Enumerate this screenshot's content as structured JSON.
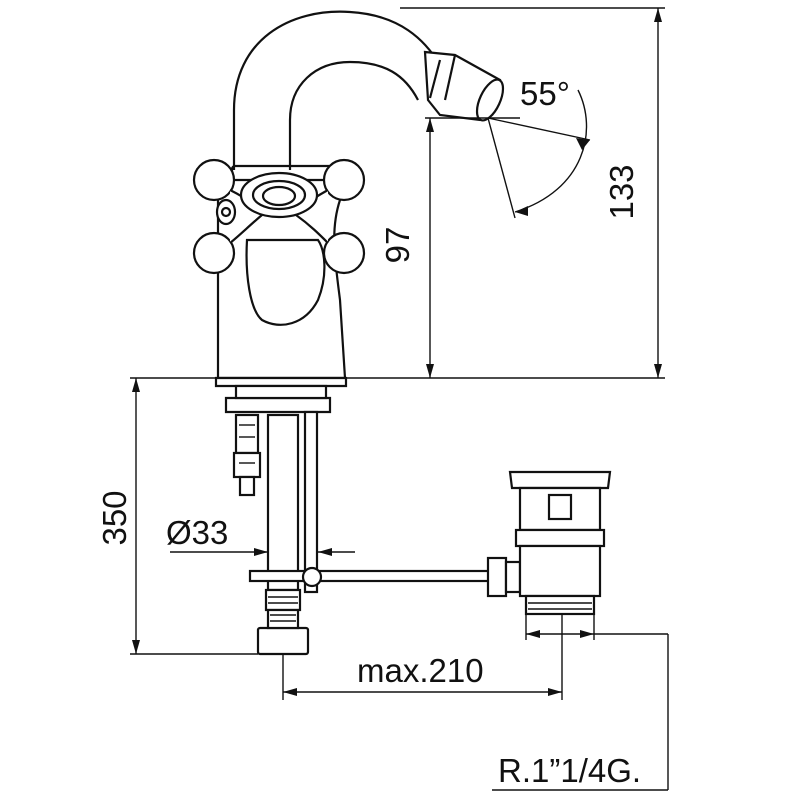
{
  "drawing": {
    "dimensions": {
      "total_height": "133",
      "spout_height": "97",
      "spout_angle": "55°",
      "below_deck_length": "350",
      "mounting_hole": "Ø33",
      "max_reach": "max.210",
      "waste_thread": "R.1”1/4G."
    },
    "colors": {
      "line": "#111111",
      "background": "#ffffff"
    }
  }
}
